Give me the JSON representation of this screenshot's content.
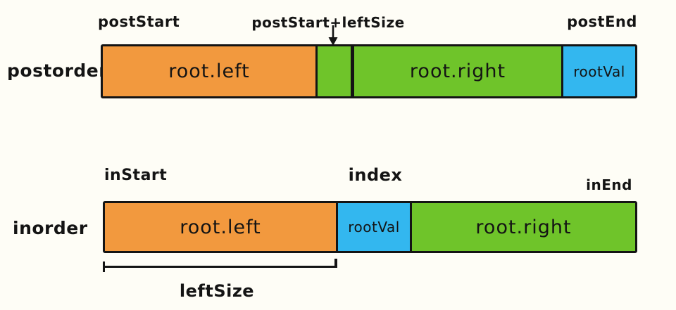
{
  "postorder": {
    "row_label": "postorder",
    "marker_start": "postStart",
    "marker_middle": "postStart+leftSize",
    "marker_end": "postEnd",
    "segments": [
      {
        "label": "root.left",
        "color": "#F2993E"
      },
      {
        "label": "",
        "color": "#6FC42A"
      },
      {
        "label": "root.right",
        "color": "#6FC42A"
      },
      {
        "label": "rootVal",
        "color": "#33B7EF"
      }
    ]
  },
  "inorder": {
    "row_label": "inorder",
    "marker_start": "inStart",
    "marker_middle": "index",
    "marker_end": "inEnd",
    "segments": [
      {
        "label": "root.left",
        "color": "#F2993E"
      },
      {
        "label": "rootVal",
        "color": "#33B7EF"
      },
      {
        "label": "root.right",
        "color": "#6FC42A"
      }
    ]
  },
  "bracket": {
    "label": "leftSize"
  },
  "icons": {
    "split_arrow": "down-arrow-icon"
  },
  "colors": {
    "background": "#FEFDF6",
    "left_subtree": "#F2993E",
    "right_subtree": "#6FC42A",
    "root_value": "#33B7EF",
    "stroke": "#141414"
  }
}
